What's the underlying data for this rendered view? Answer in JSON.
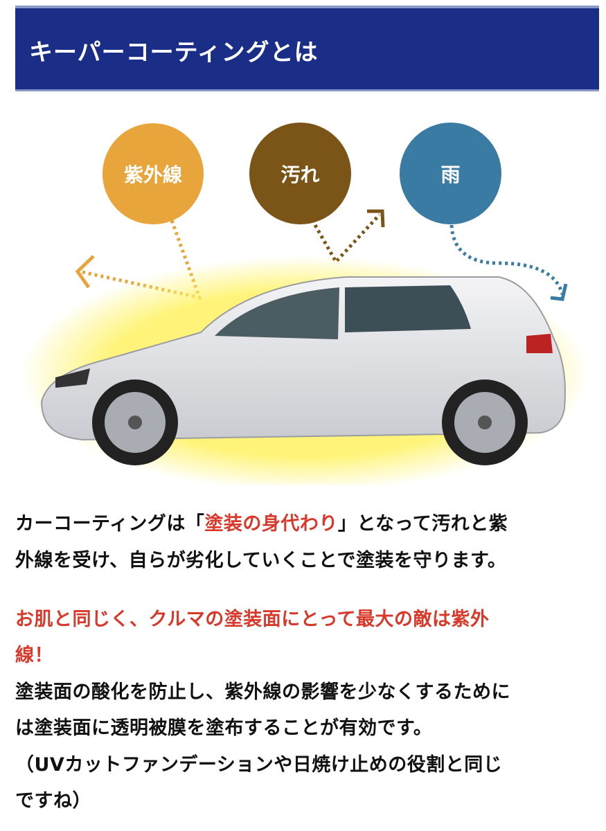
{
  "header": {
    "title": "キーパーコーティングとは"
  },
  "illustration": {
    "circles": [
      {
        "label": "紫外線",
        "color": "#e8a53b"
      },
      {
        "label": "汚れ",
        "color": "#7b5418"
      },
      {
        "label": "雨",
        "color": "#3a7ba3"
      }
    ]
  },
  "body": {
    "p1": {
      "line1_pre": "カーコーティングは「",
      "line1_em": "塗装の身代わり",
      "line1_post": "」となって汚れと紫",
      "line2": "外線を受け、自らが劣化していくことで塗装を守ります。"
    },
    "p2": {
      "heading_line1": "お肌と同じく、クルマの塗装面にとって最大の敵は紫外",
      "heading_line2": "線！",
      "line1": "塗装面の酸化を防止し、紫外線の影響を少なくするために",
      "line2": "は塗装面に透明被膜を塗布することが有効です。",
      "line3": "（UVカットファンデーションや日焼け止めの役割と同じ",
      "line4": "ですね）"
    }
  }
}
